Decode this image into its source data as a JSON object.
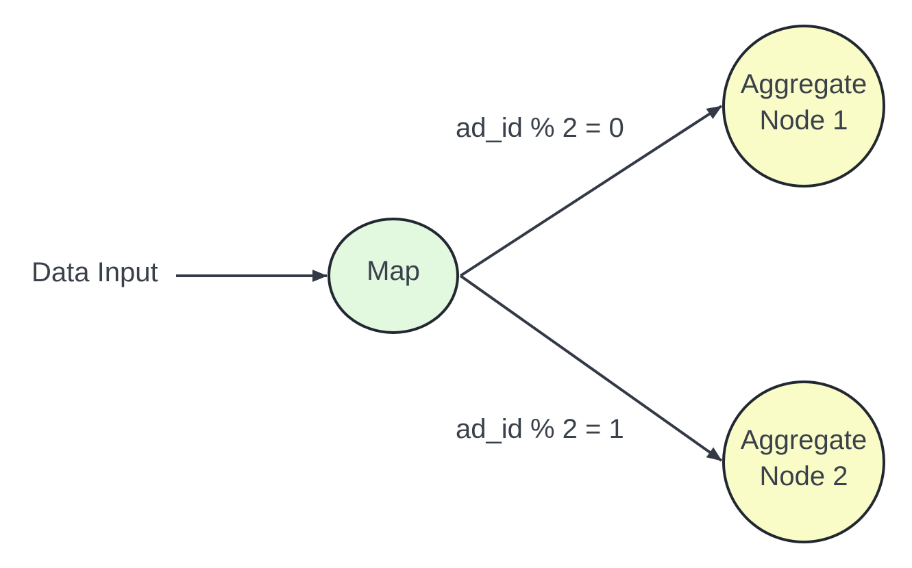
{
  "colors": {
    "line": "#333a45",
    "text": "#3a414a",
    "map_fill": "#e2f8df",
    "aggregate_fill": "#fafcc8",
    "background": "#ffffff"
  },
  "input": {
    "label": "Data Input"
  },
  "nodes": {
    "map": {
      "label": "Map"
    },
    "aggregate_1": {
      "line1": "Aggregate",
      "line2": "Node 1"
    },
    "aggregate_2": {
      "line1": "Aggregate",
      "line2": "Node 2"
    }
  },
  "edges": {
    "to_node_1": {
      "label": "ad_id % 2 = 0"
    },
    "to_node_2": {
      "label": "ad_id % 2 = 1"
    }
  }
}
